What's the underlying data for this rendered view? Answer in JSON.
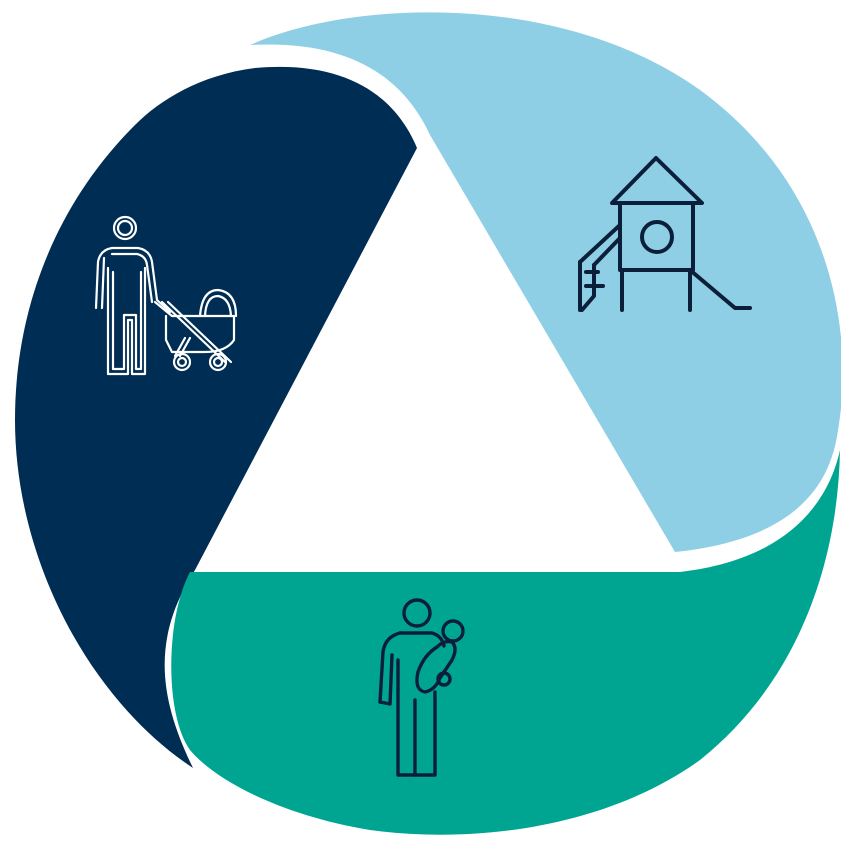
{
  "colors": {
    "background": "#ffffff",
    "segment_dark_navy": "#002d54",
    "segment_light_blue": "#8ecfe6",
    "segment_teal": "#00a592",
    "icon_on_light": "#0b1f3a",
    "icon_on_dark": "#ffffff"
  },
  "segments": [
    {
      "id": "left",
      "color_key": "segment_dark_navy",
      "icon": "parent-with-stroller-icon"
    },
    {
      "id": "top-right",
      "color_key": "segment_light_blue",
      "icon": "playground-slide-icon"
    },
    {
      "id": "bottom",
      "color_key": "segment_teal",
      "icon": "parent-holding-child-icon"
    }
  ]
}
